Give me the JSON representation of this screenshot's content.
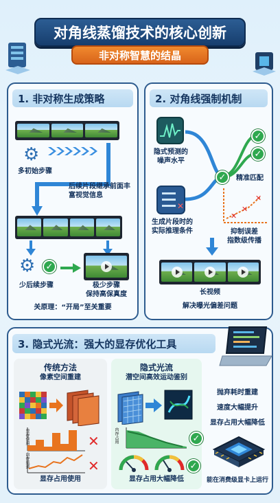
{
  "header": {
    "title": "对角线蒸馏技术的核心创新",
    "subtitle": "非对称智慧的结晶"
  },
  "section1": {
    "title": "1. 非对称生成策略",
    "initial_steps": "多初始步骤",
    "continuation_note": "后续片段继承前面丰富视觉信息",
    "fewer_steps": "少后续步骤",
    "few_steps_quality": "极少步骤\n保持高保真度",
    "key_principle": "关原理：“开局”至关重要"
  },
  "section2": {
    "title": "2. 对角线强制机制",
    "implicit_noise": "隐式预测的\n噪声水平",
    "precise_match": "精准匹配",
    "actual_condition": "生成片段时的\n实际推理条件",
    "suppress_error": "抑制误差\n指数级传播",
    "long_video": "长视频",
    "solve_bias": "解决曝光偏差问题"
  },
  "section3": {
    "title": "3. 隐式光流：强大的显存优化工具",
    "traditional": {
      "title": "传统方法",
      "subtitle": "像素空间重建",
      "axis_top": "显存使用",
      "axis_bottom": "内存瓶颈",
      "caption": "显存占用使用"
    },
    "implicit": {
      "title": "隐式光流",
      "subtitle": "潜空间高效运动鉴别",
      "axis": "内存占用",
      "caption": "显存占用大幅降低"
    },
    "benefits": [
      "抛弃耗时重建",
      "速度大幅提升",
      "显存占用大幅降低"
    ],
    "consumer_gpu": "能在消费级显卡上运行"
  },
  "colors": {
    "navy": "#173e6e",
    "orange": "#e8741f",
    "green": "#2fa84f",
    "red": "#e02a2a",
    "blue_arrow": "#2f86d6"
  }
}
